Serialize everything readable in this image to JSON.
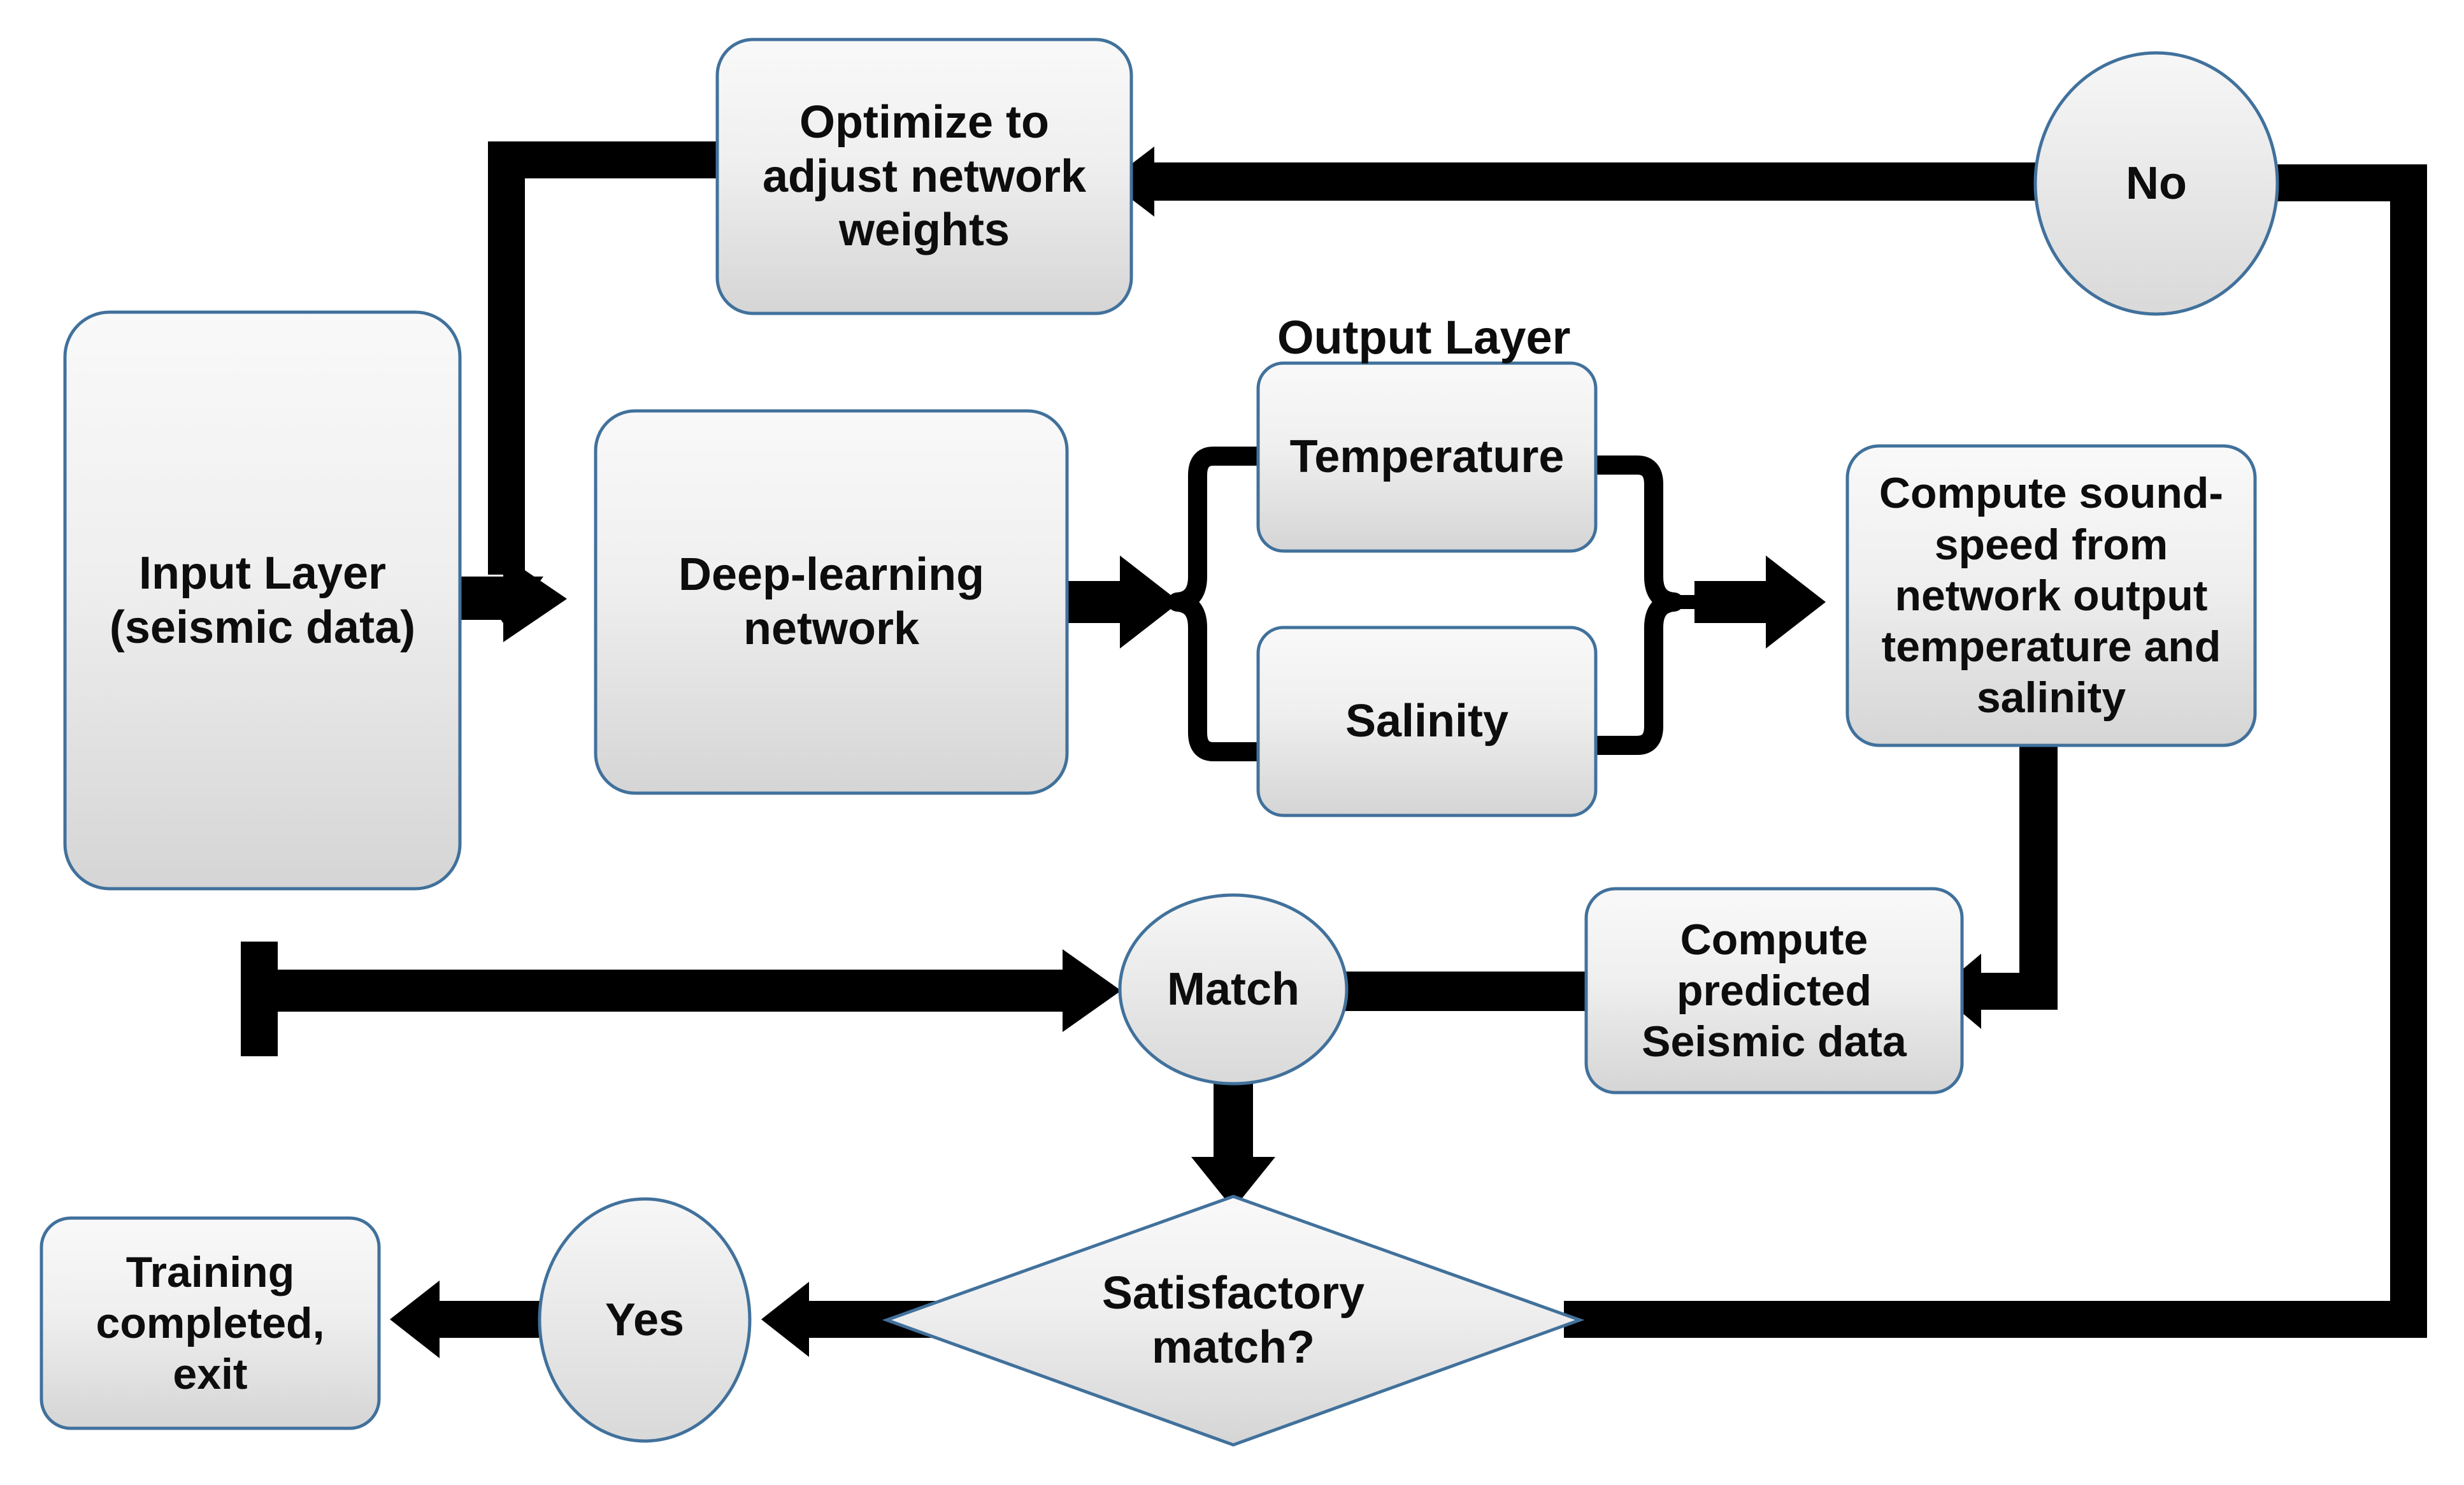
{
  "diagram": {
    "title_visible": false,
    "background": "#ffffff",
    "shape_fill_top": "#f7f7f7",
    "shape_fill_bottom": "#d9d9d9",
    "shape_stroke": "#41719c",
    "connector_color": "#000000",
    "text_color": "#0d0d0d"
  },
  "group_labels": {
    "output_layer": "Output Layer"
  },
  "nodes": {
    "optimize": {
      "label": "Optimize to adjust network weights",
      "lines": [
        "Optimize to",
        "adjust network",
        "weights"
      ],
      "shape": "rounded-rect"
    },
    "input_layer": {
      "label": "Input Layer (seismic data)",
      "lines": [
        "Input Layer",
        "(seismic data)"
      ],
      "shape": "rounded-rect"
    },
    "deep_learning_network": {
      "label": "Deep-learning network",
      "lines": [
        "Deep-learning",
        "network"
      ],
      "shape": "rounded-rect"
    },
    "temperature": {
      "label": "Temperature",
      "lines": [
        "Temperature"
      ],
      "shape": "rounded-rect"
    },
    "salinity": {
      "label": "Salinity",
      "lines": [
        "Salinity"
      ],
      "shape": "rounded-rect"
    },
    "compute_sound_speed": {
      "label": "Compute sound-speed from network output temperature and salinity",
      "lines": [
        "Compute sound-",
        "speed from",
        "network output",
        "temperature and",
        "salinity"
      ],
      "shape": "rounded-rect"
    },
    "no": {
      "label": "No",
      "lines": [
        "No"
      ],
      "shape": "ellipse"
    },
    "match": {
      "label": "Match",
      "lines": [
        "Match"
      ],
      "shape": "ellipse"
    },
    "compute_predicted_seismic": {
      "label": "Compute predicted Seismic data",
      "lines": [
        "Compute",
        "predicted",
        "Seismic data"
      ],
      "shape": "rounded-rect"
    },
    "satisfactory_match": {
      "label": "Satisfactory match?",
      "lines": [
        "Satisfactory",
        "match?"
      ],
      "shape": "diamond"
    },
    "yes": {
      "label": "Yes",
      "lines": [
        "Yes"
      ],
      "shape": "ellipse"
    },
    "training_completed": {
      "label": "Training completed, exit",
      "lines": [
        "Training",
        "completed,",
        "exit"
      ],
      "shape": "rounded-rect"
    }
  },
  "edges": [
    {
      "id": "no-to-optimize",
      "from": "no",
      "to": "optimize",
      "style": "block-arrow-left"
    },
    {
      "id": "optimize-to-network",
      "from": "optimize",
      "to": "deep_learning_network",
      "style": "elbow-down-arrow"
    },
    {
      "id": "input-to-network",
      "from": "input_layer",
      "to": "deep_learning_network",
      "style": "block-arrow-right"
    },
    {
      "id": "network-to-output-layer",
      "from": "deep_learning_network",
      "to": "output_layer_brace",
      "style": "block-arrow-right"
    },
    {
      "id": "output-layer-to-soundspeed",
      "from": "output_layer_brace",
      "to": "compute_sound_speed",
      "style": "block-arrow-right"
    },
    {
      "id": "soundspeed-to-predicted",
      "from": "compute_sound_speed",
      "to": "compute_predicted_seismic",
      "style": "elbow-left-arrow"
    },
    {
      "id": "predicted-to-match",
      "from": "compute_predicted_seismic",
      "to": "match",
      "style": "block-arrow-left"
    },
    {
      "id": "input-to-match",
      "from": "input_layer",
      "to": "match",
      "style": "elbow-right-arrow"
    },
    {
      "id": "match-to-decision",
      "from": "match",
      "to": "satisfactory_match",
      "style": "block-arrow-down"
    },
    {
      "id": "decision-yes",
      "from": "satisfactory_match",
      "to": "yes",
      "style": "block-arrow-left"
    },
    {
      "id": "yes-to-exit",
      "from": "yes",
      "to": "training_completed",
      "style": "block-arrow-left"
    },
    {
      "id": "decision-no-return",
      "from": "satisfactory_match",
      "to": "no",
      "style": "elbow-up-arrow"
    }
  ]
}
